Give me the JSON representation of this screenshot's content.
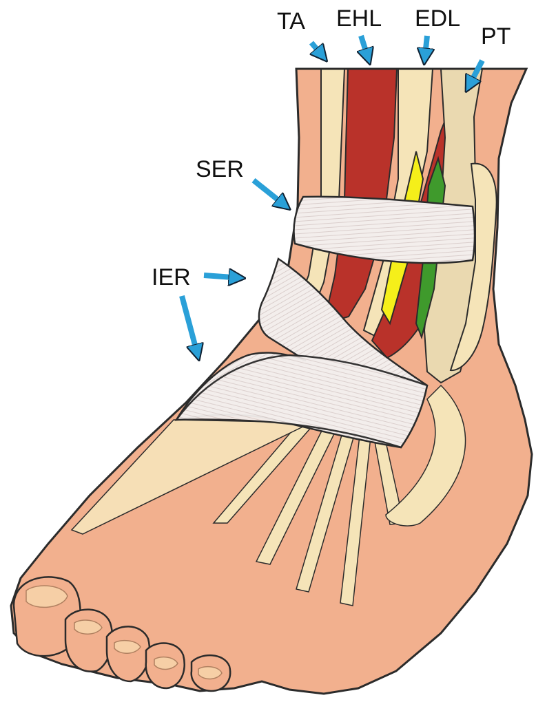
{
  "labels": {
    "ta": "TA",
    "ehl": "EHL",
    "edl": "EDL",
    "pt": "PT",
    "ser": "SER",
    "ier": "IER"
  },
  "colors": {
    "skin": "#f2b08e",
    "tendon": "#f5e4b8",
    "muscle": "#b9322a",
    "retinaculum": "#f3eeec",
    "nerve_yellow": "#f5ef1a",
    "nerve_green": "#3f9a2c",
    "arrow": "#2aa0d8",
    "outline": "#2b2b2b"
  },
  "icons": {
    "arrow": "arrow-icon"
  }
}
